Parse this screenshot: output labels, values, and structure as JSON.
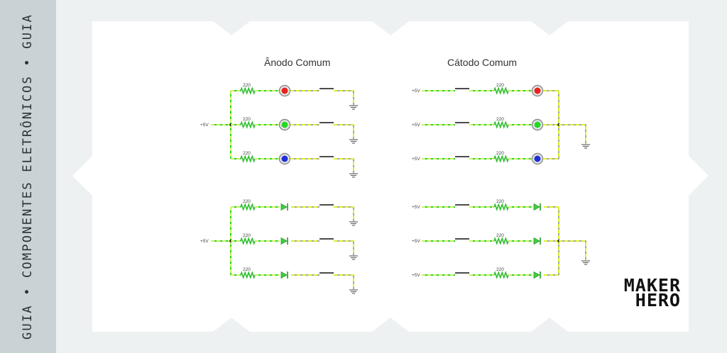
{
  "sidebar": {
    "text": "GUIA • COMPONENTES ELETRÔNICOS • GUIA"
  },
  "diagram": {
    "title_anode": "Ânodo Comum",
    "title_cathode": "Cátodo Comum",
    "supply_label": "+5V",
    "resistor_label": "220",
    "led_colors": [
      "#e8221e",
      "#26d826",
      "#1f2fd8"
    ]
  },
  "logo": {
    "line1": "MAKER",
    "line2": "HERO"
  }
}
